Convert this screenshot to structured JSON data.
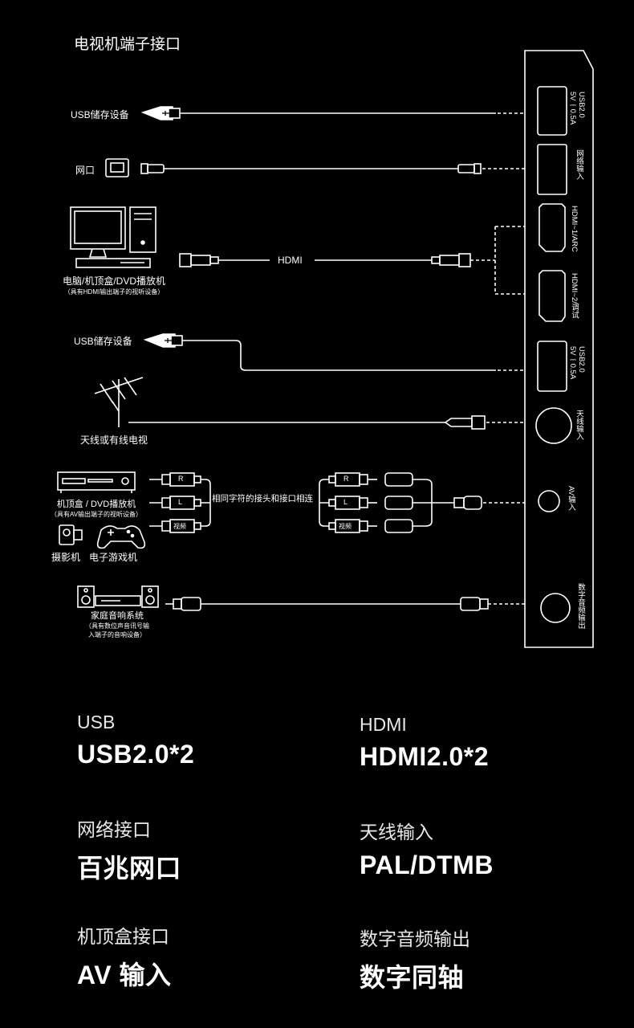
{
  "title": "电视机端子接口",
  "devices": {
    "usb1": "USB储存设备",
    "lan": "网口",
    "pc": "电脑/机顶盒/DVD播放机",
    "pc_note": "（具有HDMI输出端子的视听设备）",
    "hdmi_cable": "HDMI",
    "usb2": "USB储存设备",
    "antenna": "天线或有线电视",
    "stb": "机顶盒 / DVD播放机",
    "stb_note": "（具有AV输出端子的视听设备）",
    "camera": "摄影机",
    "game": "电子游戏机",
    "same_label": "相同字符的接头和接口相连",
    "rca_letters": [
      "R",
      "L",
      "视频"
    ],
    "home_audio": "家庭音响系统",
    "home_audio_note": [
      "（具有数位声音讯号输",
      "入端子的音响设备）"
    ]
  },
  "ports": {
    "usb1": [
      "USB2.0",
      "5V⎓0.5A"
    ],
    "lan": "网络输入",
    "hdmi1": "HDMI~1/ARC",
    "hdmi2": "HDMI~2/调试",
    "usb2": [
      "USB2.0",
      "5V⎓0.5A"
    ],
    "antenna": "天线输入",
    "av": "AV输入",
    "coax": "数字音频输出"
  },
  "specs": [
    {
      "label": "USB",
      "value": "USB2.0*2"
    },
    {
      "label": "HDMI",
      "value": "HDMI2.0*2"
    },
    {
      "label": "网络接口",
      "value": "百兆网口"
    },
    {
      "label": "天线输入",
      "value": "PAL/DTMB"
    },
    {
      "label": "机顶盒接口",
      "value": "AV 输入"
    },
    {
      "label": "数字音频输出",
      "value": "数字同轴"
    }
  ]
}
